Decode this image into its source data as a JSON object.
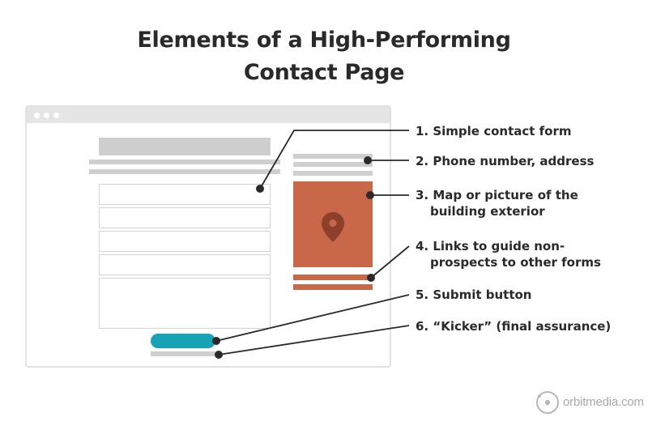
{
  "title": {
    "line1": "Elements of a High-Performing",
    "line2": "Contact Page"
  },
  "labels": {
    "item1": "1. Simple contact form",
    "item2": "2. Phone number, address",
    "item3_line1": "3. Map or picture of the",
    "item3_line2": "building exterior",
    "item4_line1": "4. Links to guide non-",
    "item4_line2": "prospects to other forms",
    "item5": "5. Submit button",
    "item6": "6. “Kicker” (final assurance)"
  },
  "colors": {
    "map": "#c96848",
    "submit_button": "#17a3b4",
    "placeholder_gray": "#cfcfcf",
    "leader_line": "#2a2a2a"
  },
  "icons": {
    "map": "map-pin-icon",
    "logo": "orbit-logo-icon"
  },
  "logo": {
    "text": "orbitmedia.com"
  }
}
